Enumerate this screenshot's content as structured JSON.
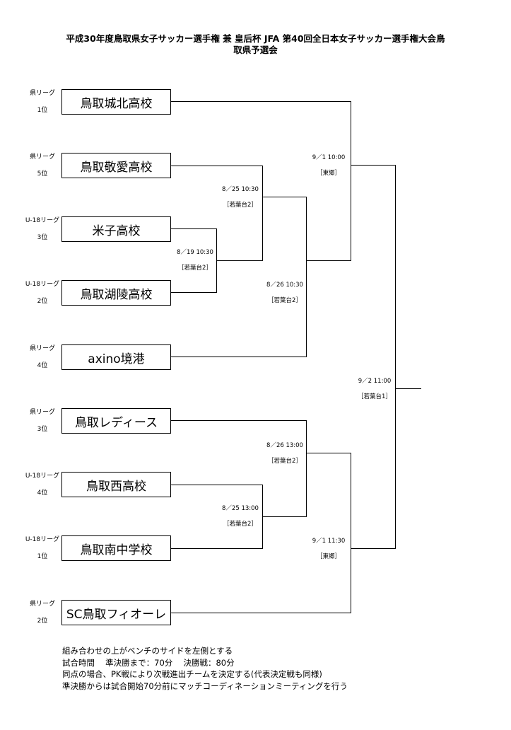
{
  "title": {
    "line1": "平成30年度鳥取県女子サッカー選手権 兼 皇后杯 JFA 第40回全日本女子サッカー選手権大会鳥",
    "line2": "取県予選会"
  },
  "teams": [
    {
      "name": "鳥取城北高校",
      "qual_league": "県リーグ",
      "qual_rank": "1位"
    },
    {
      "name": "鳥取敬愛高校",
      "qual_league": "県リーグ",
      "qual_rank": "5位"
    },
    {
      "name": "米子高校",
      "qual_league": "U-18リーグ",
      "qual_rank": "3位"
    },
    {
      "name": "鳥取湖陵高校",
      "qual_league": "U-18リーグ",
      "qual_rank": "2位"
    },
    {
      "name": "axino境港",
      "qual_league": "県リーグ",
      "qual_rank": "4位"
    },
    {
      "name": "鳥取レディース",
      "qual_league": "県リーグ",
      "qual_rank": "3位"
    },
    {
      "name": "鳥取西高校",
      "qual_league": "U-18リーグ",
      "qual_rank": "4位"
    },
    {
      "name": "鳥取南中学校",
      "qual_league": "U-18リーグ",
      "qual_rank": "1位"
    },
    {
      "name": "SC鳥取フィオーレ",
      "qual_league": "県リーグ",
      "qual_rank": "2位"
    }
  ],
  "matches": {
    "m819": {
      "time": "8／19  10:30",
      "venue": "［若葉台2］"
    },
    "m825a": {
      "time": "8／25  10:30",
      "venue": "［若葉台2］"
    },
    "m826a": {
      "time": "8／26  10:30",
      "venue": "［若葉台2］"
    },
    "m91a": {
      "time": "9／1  10:00",
      "venue": "［東郷］"
    },
    "m826b": {
      "time": "8／26  13:00",
      "venue": "［若葉台2］"
    },
    "m825b": {
      "time": "8／25  13:00",
      "venue": "［若葉台2］"
    },
    "m91b": {
      "time": "9／1  11:30",
      "venue": "［東郷］"
    },
    "final": {
      "time": "9／2  11:00",
      "venue": "［若葉台1］"
    }
  },
  "notes": [
    "組み合わせの上がベンチのサイドを左側とする",
    "試合時間　 準決勝まで：70分　  決勝戦：80分",
    "同点の場合、PK戦により次戦進出チームを決定する(代表決定戦も同様)",
    "準決勝からは試合開始70分前にマッチコーディネーションミーティングを行う"
  ]
}
